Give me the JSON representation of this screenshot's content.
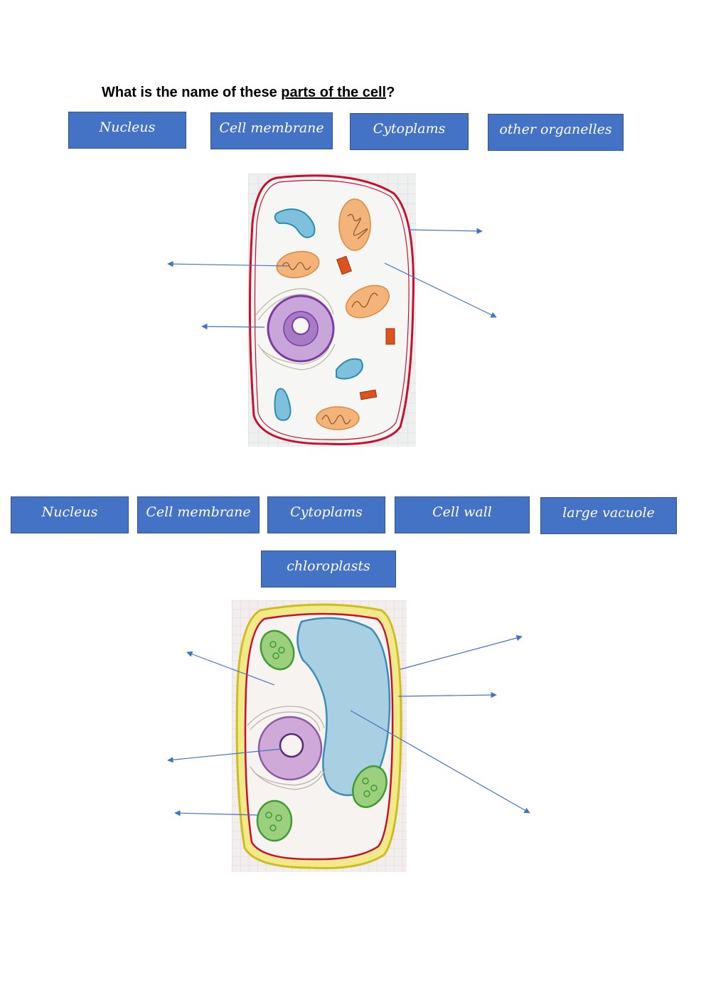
{
  "question": {
    "prefix": "What is the name of these ",
    "underlined": "parts of the cell",
    "suffix": "?"
  },
  "animal_cell": {
    "labels": [
      "Nucleus",
      "Cell membrane",
      "Cytoplams",
      "other organelles"
    ]
  },
  "plant_cell": {
    "labels": [
      "Nucleus",
      "Cell membrane",
      "Cytoplams",
      "Cell wall",
      "large vacuole",
      "chloroplasts"
    ]
  },
  "colors": {
    "tile": "#4472c4",
    "tile_border": "#2f528f",
    "arrow": "#4472c4",
    "membrane": "#c8102e",
    "cell_wall": "#e5dc3a",
    "nucleus": "#8e44ad",
    "mitochondria": "#f2a65a",
    "organelle_blue": "#3aa7c9",
    "chloroplast": "#5cb85c"
  }
}
